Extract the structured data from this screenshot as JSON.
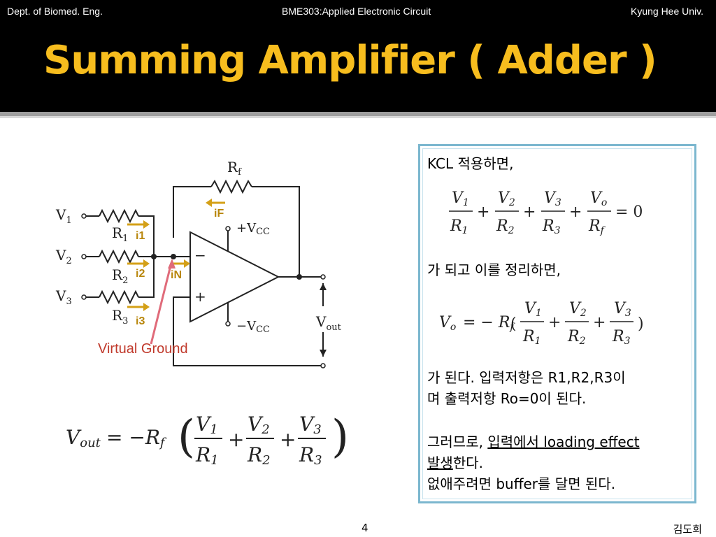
{
  "header": {
    "left": "Dept. of Biomed. Eng.",
    "center": "BME303:Applied Electronic Circuit",
    "right": "Kyung Hee Univ."
  },
  "title": "Summing Amplifier ( Adder )",
  "circuit": {
    "rf": "R",
    "rf_sub": "f",
    "if_label": "iF",
    "v1": "V",
    "v1_sub": "1",
    "v2": "V",
    "v2_sub": "2",
    "v3": "V",
    "v3_sub": "3",
    "r1": "R",
    "r1_sub": "1",
    "r2": "R",
    "r2_sub": "2",
    "r3": "R",
    "r3_sub": "3",
    "i1": "i1",
    "i2": "i2",
    "i3": "i3",
    "in": "iN",
    "vcc_pos": "+V",
    "vcc_pos_sub": "CC",
    "vcc_neg": "−V",
    "vcc_neg_sub": "CC",
    "minus": "−",
    "plus": "+",
    "vout": "V",
    "vout_sub": "out",
    "virtual_ground": "Virtual Ground"
  },
  "main_formula": {
    "lhs": "V",
    "lhs_sub": "out",
    "eq": "= −R",
    "eq_sub": "f",
    "n1": "V",
    "n1_sub": "1",
    "d1": "R",
    "d1_sub": "1",
    "n2": "V",
    "n2_sub": "2",
    "d2": "R",
    "d2_sub": "2",
    "n3": "V",
    "n3_sub": "3",
    "d3": "R",
    "d3_sub": "3",
    "plus": "+"
  },
  "box": {
    "line1": "KCL 적용하면,",
    "kcl_eq": {
      "n1": "V",
      "n1_sub": "1",
      "d1": "R",
      "d1_sub": "1",
      "n2": "V",
      "n2_sub": "2",
      "d2": "R",
      "d2_sub": "2",
      "n3": "V",
      "n3_sub": "3",
      "d3": "R",
      "d3_sub": "3",
      "n4": "V",
      "n4_sub": "o",
      "d4": "R",
      "d4_sub": "f",
      "plus": "+",
      "eq_zero": "= 0"
    },
    "line2": "가 되고 이를 정리하면,",
    "vo_eq": {
      "lhs": "V",
      "lhs_sub": "o",
      "eq": "= − R",
      "eq_sub": "f",
      "open": "(",
      "close": ")",
      "n1": "V",
      "n1_sub": "1",
      "d1": "R",
      "d1_sub": "1",
      "n2": "V",
      "n2_sub": "2",
      "d2": "R",
      "d2_sub": "2",
      "n3": "V",
      "n3_sub": "3",
      "d3": "R",
      "d3_sub": "3",
      "plus": "+"
    },
    "line3": "가 된다. 입력저항은 R1,R2,R3이",
    "line4": "며 출력저항 Ro=0이 된다.",
    "line5_a": "그러므로, ",
    "line5_b": "입력에서 loading effect",
    "line6_a": "발생",
    "line6_b": "한다.",
    "line7": "없애주려면 buffer를 달면 된다."
  },
  "footer": {
    "page": "4",
    "author": "김도희"
  }
}
